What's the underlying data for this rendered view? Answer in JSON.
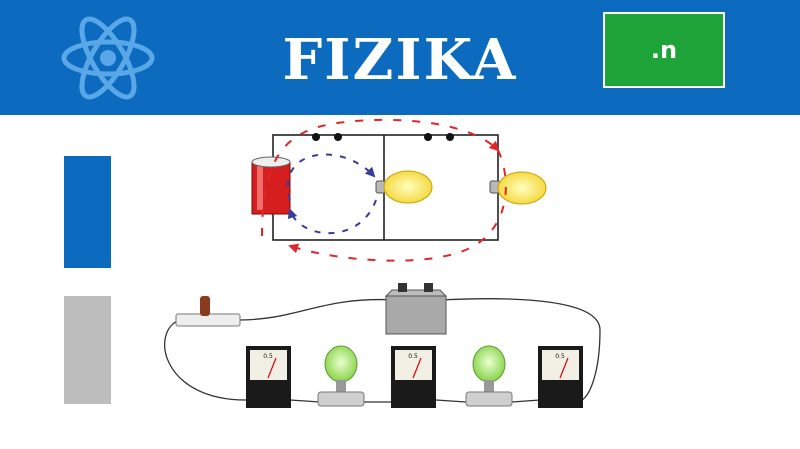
{
  "header": {
    "title": "FIZIKA",
    "badge": ".n",
    "icon": "atom-icon",
    "colors": {
      "banner": "#0c6bbf",
      "badge": "#1fa43a",
      "side_bar_top": "#0c6bbf",
      "side_bar_bottom": "#bdbdbd"
    }
  },
  "illustrations": {
    "circuit_diagram": {
      "icons": [
        "battery-icon",
        "bulb-icon",
        "current-arrow-icon"
      ]
    },
    "apparatus": {
      "meter_scale_label": "0.5",
      "icons": [
        "switch-icon",
        "power-box-icon",
        "ammeter-icon",
        "lamp-icon"
      ]
    }
  }
}
